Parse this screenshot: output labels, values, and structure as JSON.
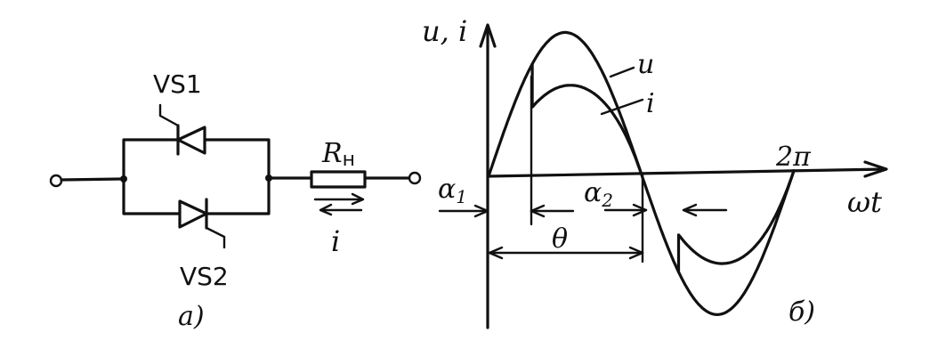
{
  "circuit": {
    "thyristor_top": "VS1",
    "thyristor_bottom": "VS2",
    "resistor": "R",
    "resistor_sub": "н",
    "current": "i",
    "caption": "а)"
  },
  "waveform": {
    "y_axis_label": "u, i",
    "x_axis_label": "ωt",
    "curve_u": "u",
    "curve_i": "i",
    "period_label": "2π",
    "alpha1": "α",
    "alpha1_sub": "1",
    "alpha2": "α",
    "alpha2_sub": "2",
    "theta": "θ",
    "caption": "б)"
  }
}
